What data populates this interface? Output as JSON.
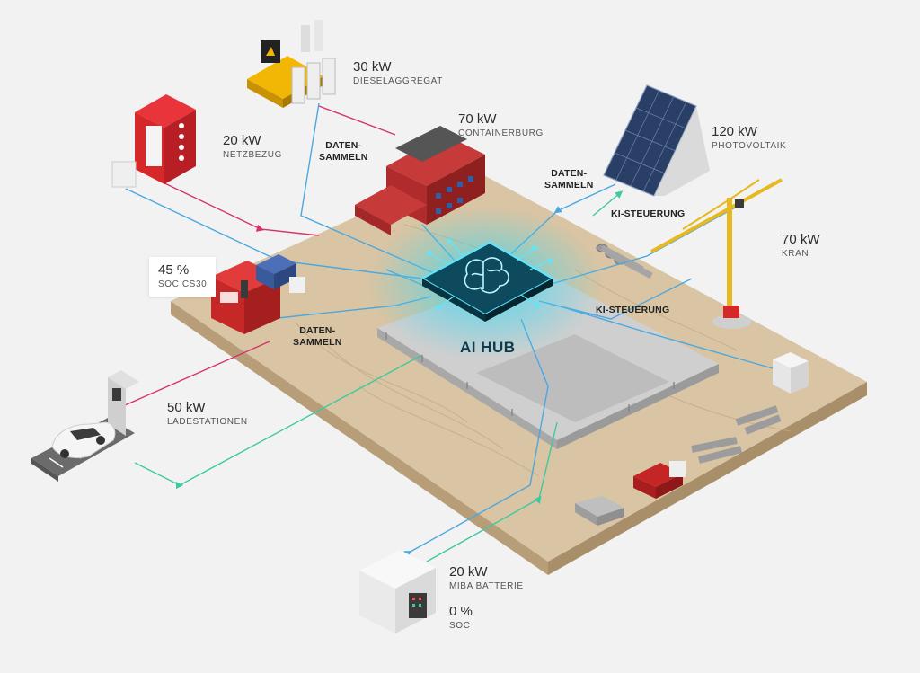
{
  "nodes": {
    "diesel": {
      "value": "30 kW",
      "caption": "DIESELAGGREGAT"
    },
    "grid": {
      "value": "20 kW",
      "caption": "NETZBEZUG"
    },
    "container": {
      "value": "70 kW",
      "caption": "CONTAINERBURG"
    },
    "pv": {
      "value": "120 kW",
      "caption": "PHOTOVOLTAIK"
    },
    "crane": {
      "value": "70 kW",
      "caption": "KRAN"
    },
    "storage": {
      "value": "45 %",
      "caption": "SOC CS30"
    },
    "charging": {
      "value": "50 kW",
      "caption": "LADESTATIONEN"
    },
    "battery": {
      "value": "20 kW",
      "caption": "MIBA BATTERIE",
      "soc_value": "0 %",
      "soc_caption": "SOC"
    }
  },
  "flows": {
    "data_collect_top": {
      "line1": "DATEN-",
      "line2": "SAMMELN"
    },
    "data_collect_right": {
      "line1": "DATEN-",
      "line2": "SAMMELN"
    },
    "data_collect_left": {
      "line1": "DATEN-",
      "line2": "SAMMELN"
    },
    "ai_control_pv": "KI-STEUERUNG",
    "ai_control_crane": "KI-STEUERUNG"
  },
  "hub": {
    "label": "AI HUB"
  },
  "colors": {
    "energy": "#d6336c",
    "data": "#4aa8e0",
    "charge": "#3ec9a0",
    "hub_glow": "#35d7f2",
    "brand_red": "#d62828"
  }
}
